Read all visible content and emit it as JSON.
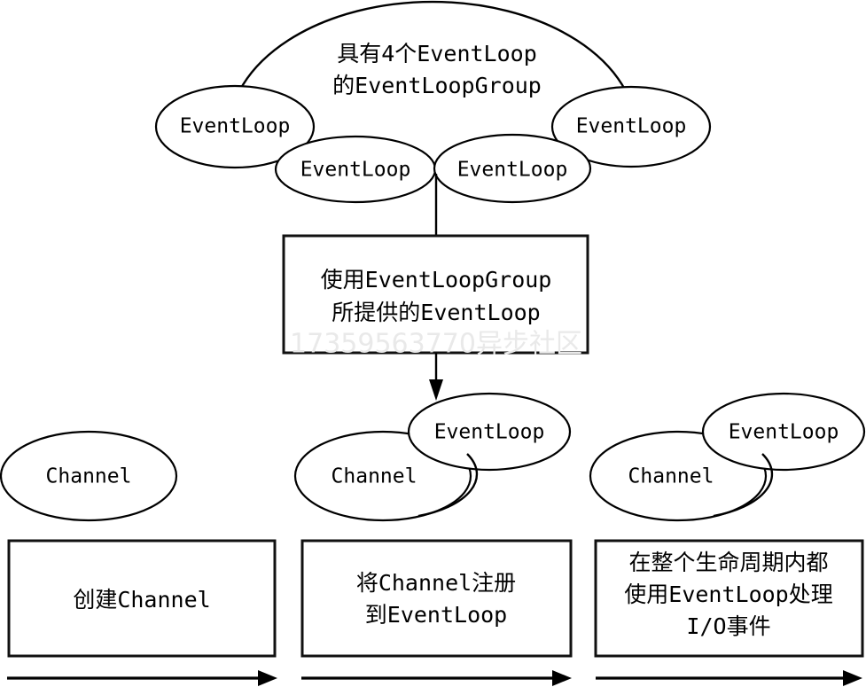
{
  "diagram": {
    "title_text": "",
    "colors": {
      "stroke": "#000000",
      "box_stroke": "#111111",
      "background": "#ffffff",
      "watermark": "#e9e9e9"
    },
    "cloud_group": {
      "caption_line1": "具有4个EventLoop",
      "caption_line2": "的EventLoopGroup",
      "event_loops": [
        {
          "label": "EventLoop"
        },
        {
          "label": "EventLoop"
        },
        {
          "label": "EventLoop"
        },
        {
          "label": "EventLoop"
        }
      ]
    },
    "middle_box": {
      "line1": "使用EventLoopGroup",
      "line2": "所提供的EventLoop"
    },
    "watermark": "17359563770异步社区",
    "stages": [
      {
        "channel_label": "Channel",
        "event_loop_label": "",
        "box_lines": [
          "创建Channel"
        ]
      },
      {
        "channel_label": "Channel",
        "event_loop_label": "EventLoop",
        "box_lines": [
          "将Channel注册",
          "到EventLoop"
        ]
      },
      {
        "channel_label": "Channel",
        "event_loop_label": "EventLoop",
        "box_lines": [
          "在整个生命周期内都",
          "使用EventLoop处理",
          "I/O事件"
        ]
      }
    ]
  }
}
